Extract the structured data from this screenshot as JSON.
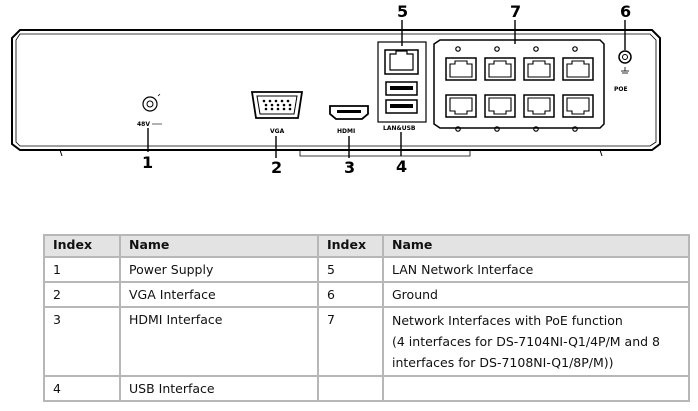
{
  "device_labels": {
    "voltage": "48V",
    "vga": "VGA",
    "hdmi": "HDMI",
    "lan_usb": "LAN&USB",
    "poe": "POE"
  },
  "callouts": [
    "1",
    "2",
    "3",
    "4",
    "5",
    "6",
    "7"
  ],
  "table": {
    "headers": [
      "Index",
      "Name",
      "Index",
      "Name"
    ],
    "rows": [
      {
        "left_index": "1",
        "left_name": "Power Supply",
        "right_index": "5",
        "right_name": "LAN Network Interface"
      },
      {
        "left_index": "2",
        "left_name": "VGA Interface",
        "right_index": "6",
        "right_name": "Ground"
      },
      {
        "left_index": "3",
        "left_name": "HDMI Interface",
        "right_index": "7",
        "right_name_lines": [
          "Network Interfaces with PoE function",
          "(4 interfaces for DS-7104NI-Q1/4P/M and 8",
          "interfaces for DS-7108NI-Q1/8P/M))"
        ]
      },
      {
        "left_index": "4",
        "left_name": "USB Interface",
        "right_index": "",
        "right_name": ""
      }
    ]
  }
}
